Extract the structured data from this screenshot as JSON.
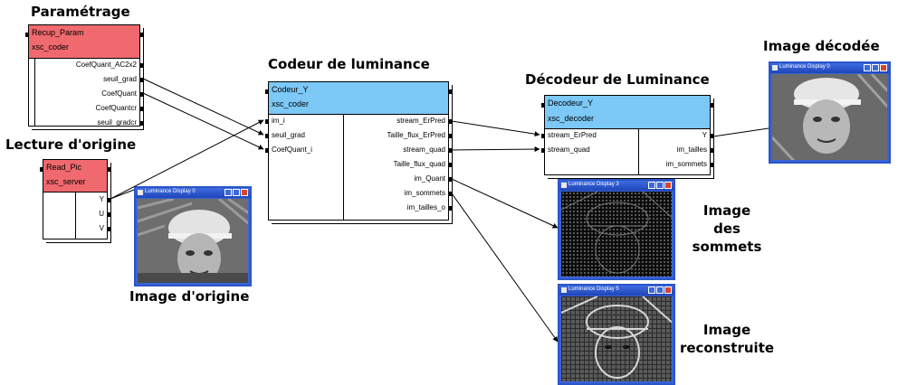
{
  "titles": {
    "parametrage": "Paramétrage",
    "lecture": "Lecture d'origine",
    "codeur": "Codeur de luminance",
    "decodeur": "Décodeur de Luminance",
    "image_decodee": "Image décodée",
    "image_origine": "Image d'origine",
    "image_sommets": [
      "Image",
      "des",
      "sommets"
    ],
    "image_reconstruite": [
      "Image",
      "reconstruite"
    ]
  },
  "blocks": {
    "recup_param": {
      "name": "Recup_Param",
      "type": "xsc_coder",
      "outputs": [
        "CoefQuant_AC2x2",
        "seuil_grad",
        "CoefQuant",
        "CoefQuantcr",
        "seuil_gradcr"
      ],
      "color": "#f0696e"
    },
    "read_pic": {
      "name": "Read_Pic",
      "type": "xsc_server",
      "outputs": [
        "Y",
        "U",
        "V"
      ],
      "color": "#f0696e"
    },
    "codeur_y": {
      "name": "Codeur_Y",
      "type": "xsc_coder",
      "inputs": [
        "im_i",
        "seuil_grad",
        "CoefQuant_i"
      ],
      "outputs": [
        "stream_ErPred",
        "Taille_flux_ErPred",
        "stream_quad",
        "Taille_flux_quad",
        "im_Quant",
        "im_sommets",
        "im_tailles_o"
      ],
      "color": "#7cc8f6"
    },
    "decodeur_y": {
      "name": "Decodeur_Y",
      "type": "xsc_decoder",
      "inputs": [
        "stream_ErPred",
        "stream_quad"
      ],
      "outputs": [
        "Y",
        "im_tailles",
        "im_sommets"
      ],
      "color": "#7cc8f6"
    }
  },
  "windows": {
    "origine": "Luminance Display 0",
    "decodee": "Luminance Display 0",
    "sommets": "Luminance Display 3",
    "reconstruite": "Luminance Display 5"
  }
}
